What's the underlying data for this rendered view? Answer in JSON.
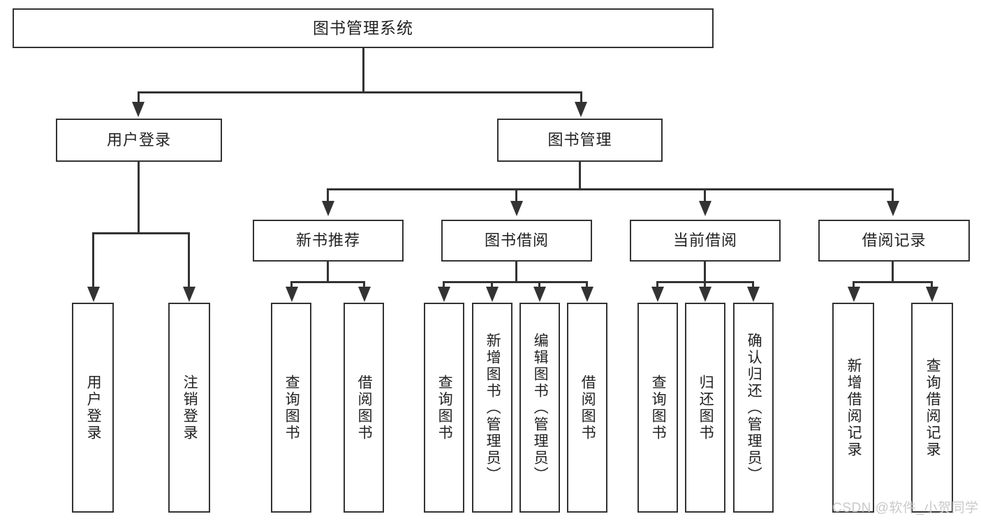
{
  "diagram": {
    "type": "tree-hierarchy-chart",
    "title": "图书管理系统",
    "root": {
      "label": "图书管理系统"
    },
    "level2": [
      {
        "label": "用户登录"
      },
      {
        "label": "图书管理"
      }
    ],
    "level3": [
      {
        "label": "新书推荐"
      },
      {
        "label": "图书借阅"
      },
      {
        "label": "当前借阅"
      },
      {
        "label": "借阅记录"
      }
    ],
    "leaves": {
      "user_login": [
        {
          "label": "用户登录"
        },
        {
          "label": "注销登录"
        }
      ],
      "new_book_recommend": [
        {
          "label": "查询图书"
        },
        {
          "label": "借阅图书"
        }
      ],
      "book_borrow": [
        {
          "label": "查询图书"
        },
        {
          "label": "新增图书（管理员）"
        },
        {
          "label": "编辑图书（管理员）"
        },
        {
          "label": "借阅图书"
        }
      ],
      "current_borrow": [
        {
          "label": "查询图书"
        },
        {
          "label": "归还图书"
        },
        {
          "label": "确认归还（管理员）"
        }
      ],
      "borrow_record": [
        {
          "label": "新增借阅记录"
        },
        {
          "label": "查询借阅记录"
        }
      ]
    },
    "watermark": "CSDN @软件_小贺同学",
    "colors": {
      "stroke": "#333333",
      "background": "#ffffff",
      "text": "#222222",
      "watermark": "#c9c9c9"
    }
  }
}
